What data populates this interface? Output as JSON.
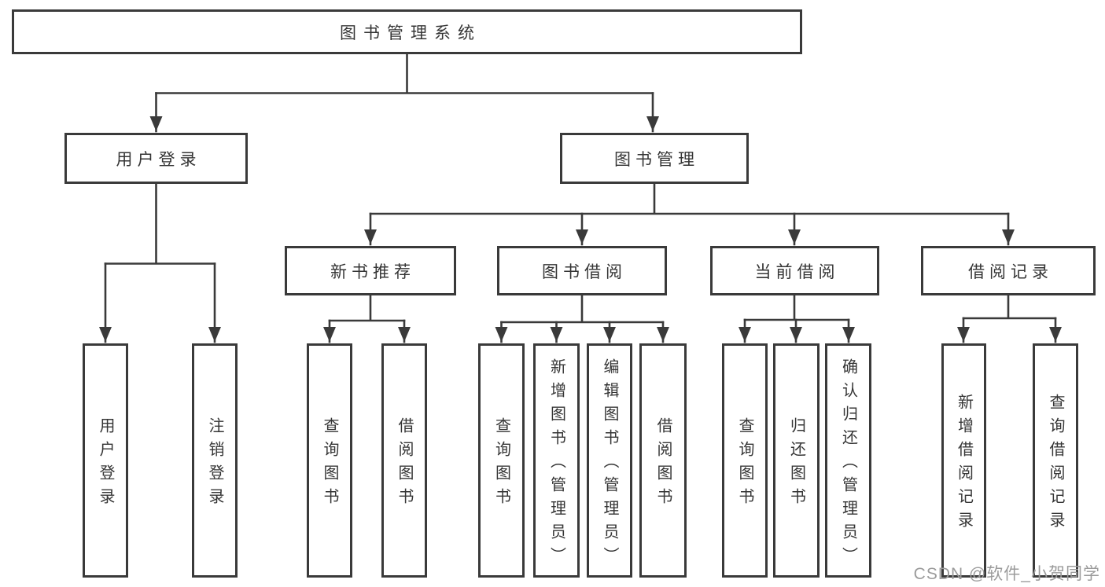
{
  "diagram": {
    "root": {
      "label": "图书管理系统"
    },
    "level2": [
      {
        "label": "用户登录"
      },
      {
        "label": "图书管理"
      }
    ],
    "level3": [
      {
        "label": "新书推荐"
      },
      {
        "label": "图书借阅"
      },
      {
        "label": "当前借阅"
      },
      {
        "label": "借阅记录"
      }
    ],
    "leaves": {
      "user_login": [
        {
          "label": "用户登录"
        },
        {
          "label": "注销登录"
        }
      ],
      "new_book": [
        {
          "label": "查询图书"
        },
        {
          "label": "借阅图书"
        }
      ],
      "book_borrow": [
        {
          "label": "查询图书"
        },
        {
          "label": "新增图书（管理员）"
        },
        {
          "label": "编辑图书（管理员）"
        },
        {
          "label": "借阅图书"
        }
      ],
      "current_borrow": [
        {
          "label": "查询图书"
        },
        {
          "label": "归还图书"
        },
        {
          "label": "确认归还（管理员）"
        }
      ],
      "borrow_records": [
        {
          "label": "新增借阅记录"
        },
        {
          "label": "查询借阅记录"
        }
      ]
    },
    "watermark": "CSDN @软件_小贺同学",
    "colors": {
      "line": "#3a3a3a",
      "text": "#353535",
      "watermark": "#9b9b9b",
      "background": "#ffffff"
    }
  }
}
